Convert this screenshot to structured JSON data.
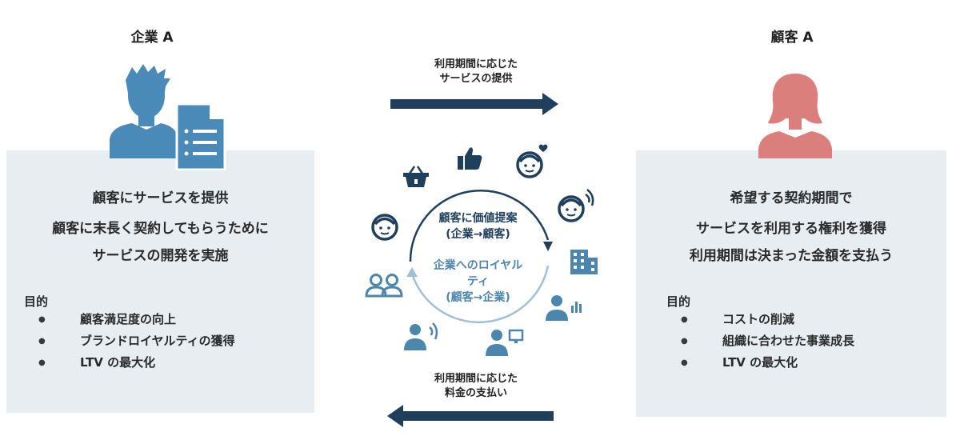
{
  "company": {
    "title": "企業 A",
    "lines": [
      "顧客にサービスを提供",
      "顧客に末長く契約してもらうために",
      "サービスの開発を実施"
    ],
    "purpose_label": "目的",
    "goals": [
      "顧客満足度の向上",
      "ブランドロイヤルティの獲得",
      "LTV の最大化"
    ]
  },
  "customer": {
    "title": "顧客 A",
    "lines": [
      "希望する契約期間で",
      "サービスを利用する権利を獲得",
      "利用期間は決まった金額を支払う"
    ],
    "purpose_label": "目的",
    "goals": [
      "コストの削減",
      "組織に合わせた事業成長",
      "LTV の最大化"
    ]
  },
  "flows": {
    "top": [
      "利用期間に応じた",
      "サービスの提供"
    ],
    "bottom": [
      "利用期間に応じた",
      "料金の支払い"
    ]
  },
  "cycle": {
    "value_lines": [
      "顧客に価値提案",
      "(企業→顧客)"
    ],
    "loyalty_lines": [
      "企業へのロイヤル",
      "ティ",
      "(顧客→企業)"
    ]
  },
  "colors": {
    "company_blue": "#4a8ab8",
    "customer_red": "#db7f7c",
    "navy": "#1f3f5c",
    "loyalty_blue": "#4d86ac",
    "panel_bg": "#e8edf1"
  }
}
